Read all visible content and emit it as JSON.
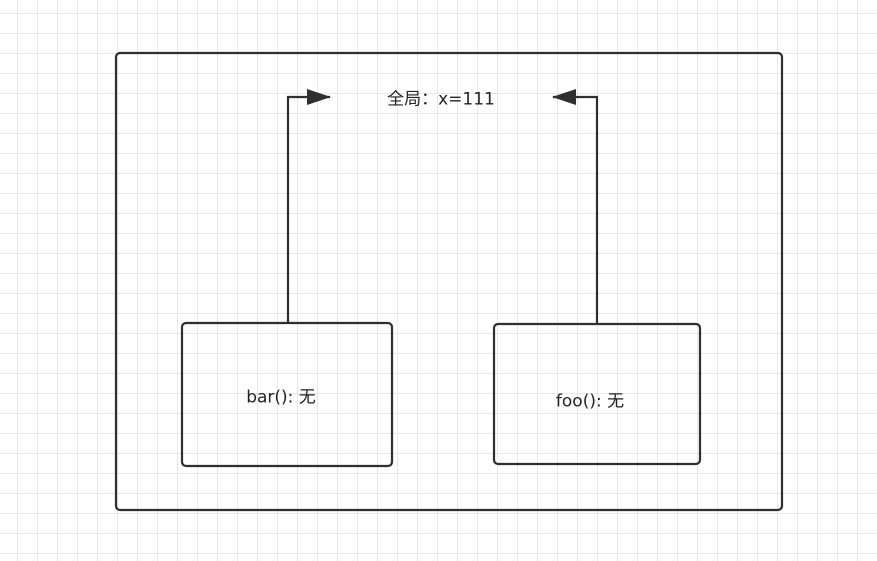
{
  "diagram": {
    "global_scope_label": "全局：x=111",
    "bar_scope_label": "bar(): 无",
    "foo_scope_label": "foo(): 无"
  },
  "colors": {
    "stroke": "#2f2f2f",
    "grid": "#e8e8e8",
    "background": "#ffffff"
  }
}
